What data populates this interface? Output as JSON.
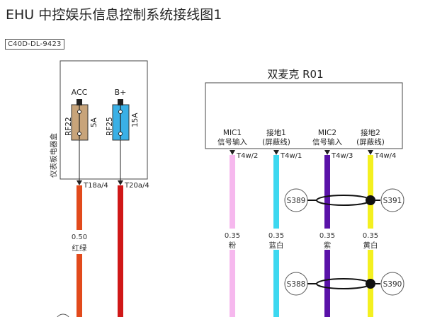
{
  "title": "EHU 中控娱乐信息控制系统接线图1",
  "doc_code": "C40D-DL-9423",
  "left_box": {
    "label": "仪表板电器盒",
    "fuses": [
      {
        "supply": "ACC",
        "id": "RF22",
        "rating": "5A",
        "pin": "T18a/4",
        "wire_size": "0.50",
        "wire_color_name": "红绿",
        "fuse_color": "#c8a47a",
        "wire_color": "#e24a1c"
      },
      {
        "supply": "B+",
        "id": "RF25",
        "rating": "15A",
        "pin": "T20a/4",
        "wire_size": "",
        "wire_color_name": "",
        "fuse_color": "#3ab0e6",
        "wire_color": "#d01818"
      }
    ]
  },
  "right_box": {
    "title": "双麦克 R01",
    "pins": [
      {
        "name": "MIC1",
        "desc": "信号输入",
        "pin": "T4w/2",
        "wire_size": "0.35",
        "wire_color_name": "粉",
        "wire_color": "#f6b8ee"
      },
      {
        "name": "接地1",
        "desc": "(屏蔽线)",
        "pin": "T4w/1",
        "wire_size": "0.35",
        "wire_color_name": "蓝白",
        "wire_color": "#3cd8f0"
      },
      {
        "name": "MIC2",
        "desc": "信号输入",
        "pin": "T4w/3",
        "wire_size": "0.35",
        "wire_color_name": "紫",
        "wire_color": "#5a12a8"
      },
      {
        "name": "接地2",
        "desc": "(屏蔽线)",
        "pin": "T4w/4",
        "wire_size": "0.35",
        "wire_color_name": "黄白",
        "wire_color": "#f4f020"
      }
    ]
  },
  "splices": [
    {
      "left": "S389",
      "right": "S391"
    },
    {
      "left": "S388",
      "right": "S390"
    }
  ]
}
